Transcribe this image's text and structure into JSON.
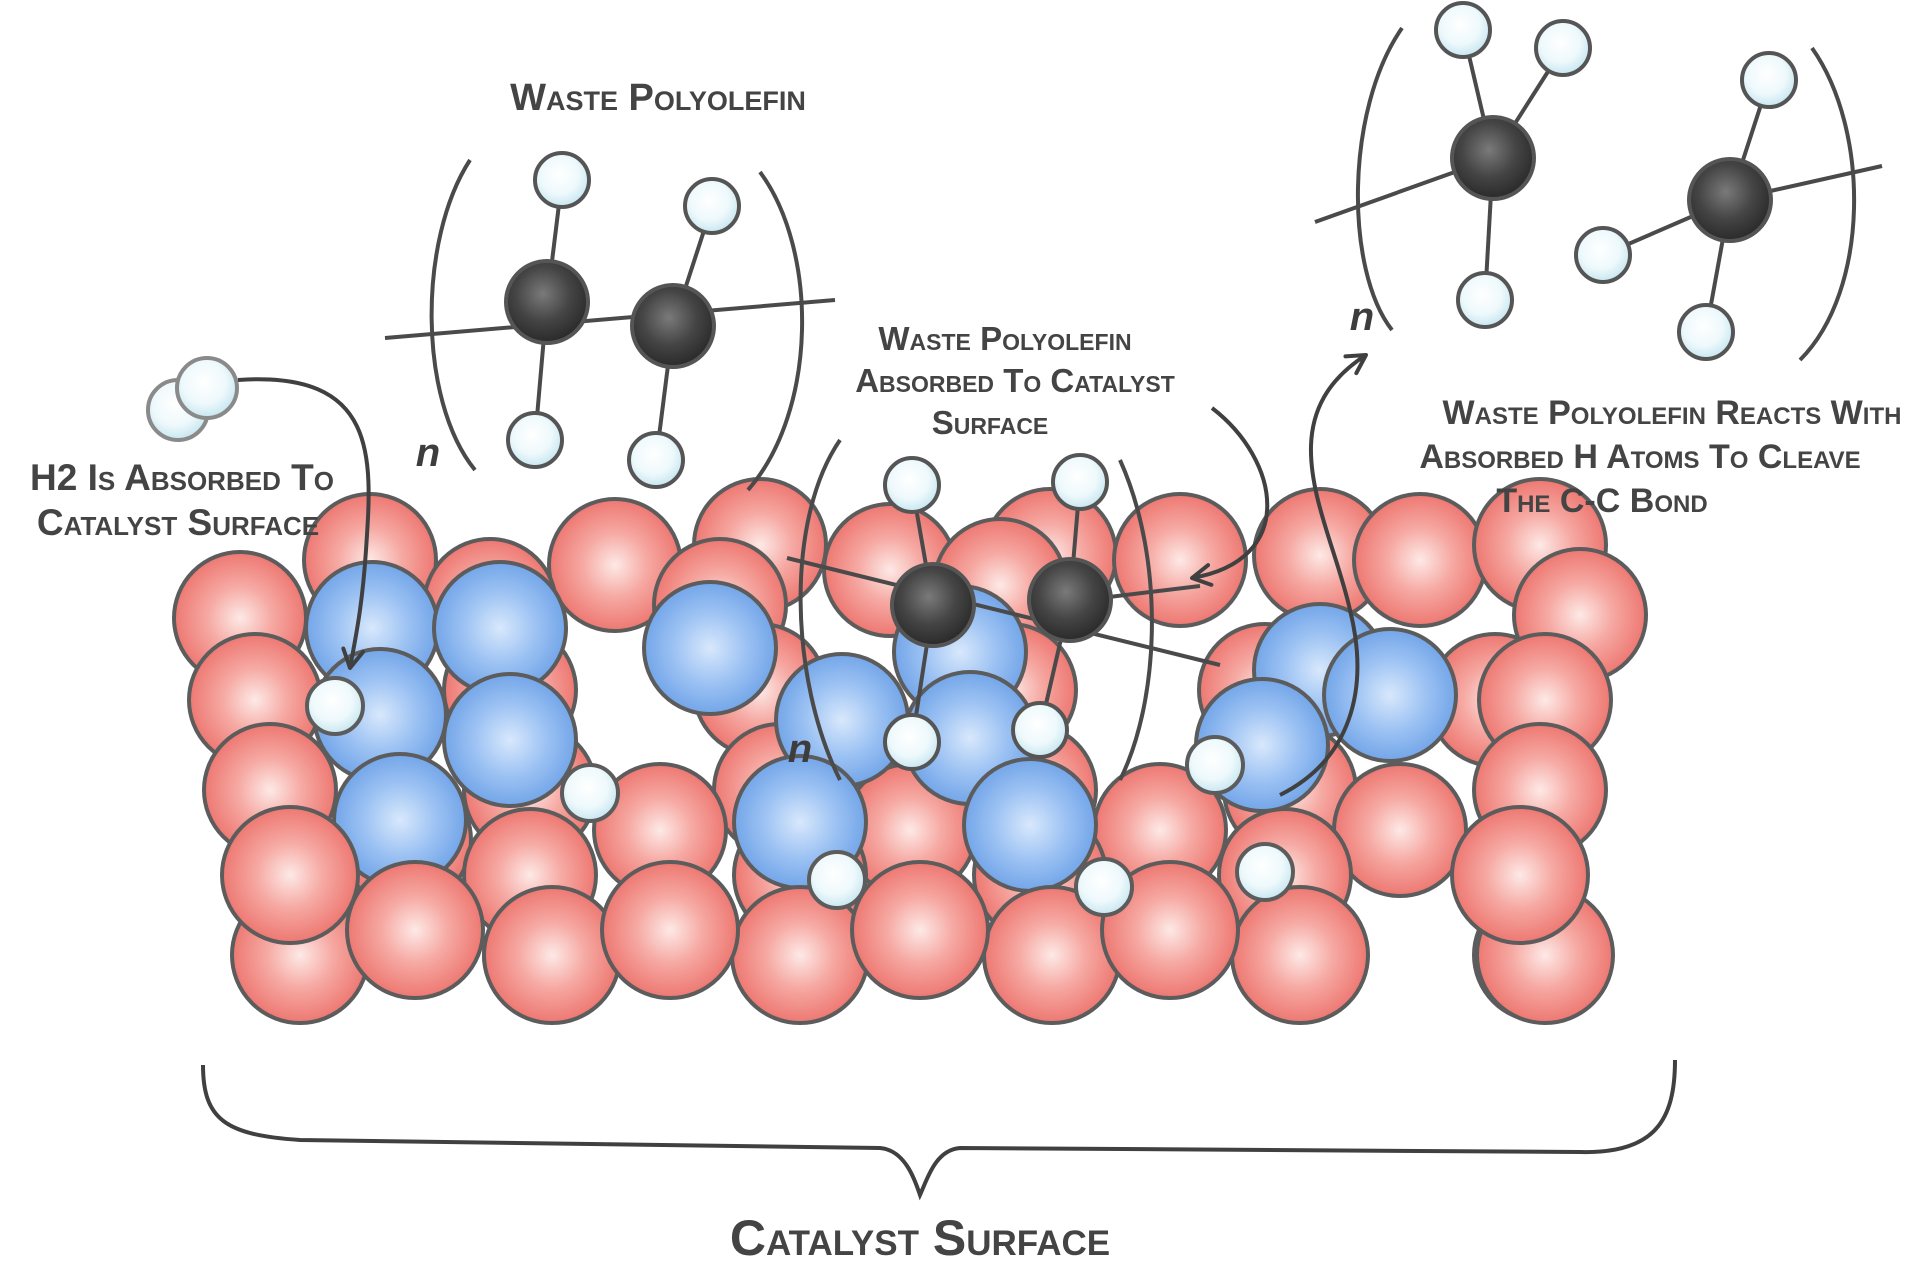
{
  "labels": {
    "waste_polyolefin": "Waste Polyolefin",
    "h2_absorbed_line1": "H2 Is Absorbed To",
    "h2_absorbed_line2": "Catalyst Surface",
    "absorbed_line1": "Waste Polyolefin",
    "absorbed_line2": "Absorbed To Catalyst",
    "absorbed_line3": "Surface",
    "reacts_line1": "Waste Polyolefin Reacts With",
    "reacts_line2": "Absorbed H Atoms To Cleave",
    "reacts_line3": "The C-C Bond",
    "catalyst_surface": "Catalyst Surface",
    "repeat_unit": "n"
  },
  "colors": {
    "metal_atom": "#f07f7a",
    "promoter_atom": "#7fb0ee",
    "carbon_atom": "#3c3c3c",
    "hydrogen_atom": "#dff4fa",
    "outline": "#5c5c5c",
    "text": "#444444"
  }
}
